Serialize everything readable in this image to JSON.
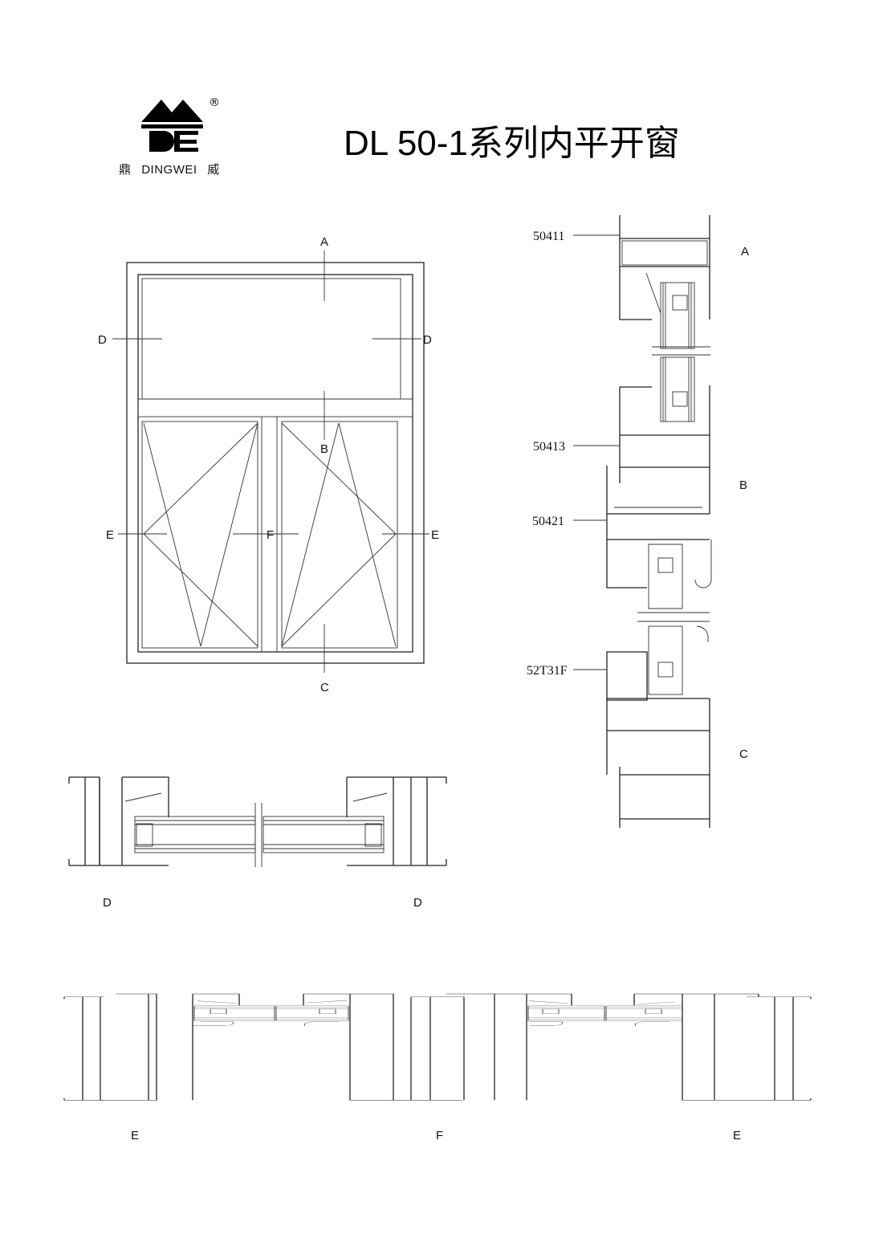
{
  "header": {
    "title": "DL 50-1系列内平开窗",
    "logo": {
      "mark": "DE",
      "registered": "®",
      "brand_left": "鼎",
      "brand_name": "DINGWEI",
      "brand_right": "威"
    }
  },
  "elevation": {
    "labels": {
      "top": "A",
      "middle": "B",
      "bottom": "C",
      "left_upper": "D",
      "right_upper": "D",
      "left_lower": "E",
      "center_lower": "F",
      "right_lower": "E"
    }
  },
  "vertical_section": {
    "profiles": [
      "50411",
      "50413",
      "50421",
      "52T31F"
    ],
    "section_labels": [
      "A",
      "B",
      "C"
    ]
  },
  "horizontal_section_d": {
    "labels": [
      "D",
      "D"
    ]
  },
  "horizontal_section_ef": {
    "labels": [
      "E",
      "F",
      "E"
    ]
  }
}
